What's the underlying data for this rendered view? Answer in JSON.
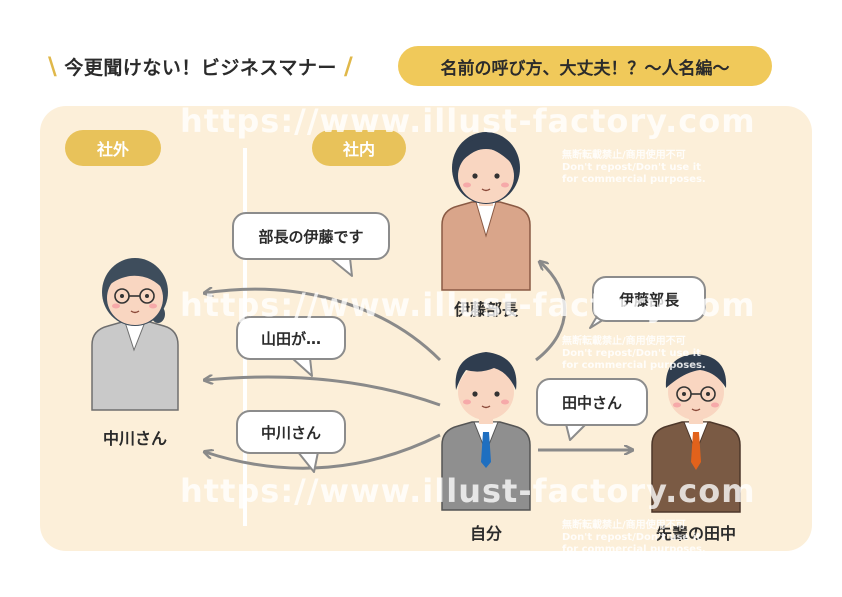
{
  "header": {
    "title": "今更聞けない！ビジネスマナー",
    "subtitle": "名前の呼び方、大丈夫！？〜人名編〜"
  },
  "sections": {
    "outside": "社外",
    "inside": "社内"
  },
  "people": {
    "client": "中川さん",
    "manager": "伊藤部長",
    "self": "自分",
    "senior": "先輩の田中"
  },
  "bubbles": {
    "manager_intro": "部長の伊藤です",
    "yamada": "山田が…",
    "nakagawa": "中川さん",
    "ito_bucho": "伊藤部長",
    "tanaka": "田中さん"
  },
  "watermark": {
    "url": "https://www.illust-factory.com",
    "notice": "無断転載禁止/商用使用不可\nDon't repost/Don't use it\nfor commercial purposes."
  },
  "colors": {
    "panel": "#fcefd9",
    "accent": "#f0c95a",
    "arrow": "#8a8a8a",
    "manager_suit": "#d9a58a",
    "client_suit": "#c9c9c9",
    "self_suit": "#8f8f8f",
    "senior_suit": "#7a5a44"
  }
}
